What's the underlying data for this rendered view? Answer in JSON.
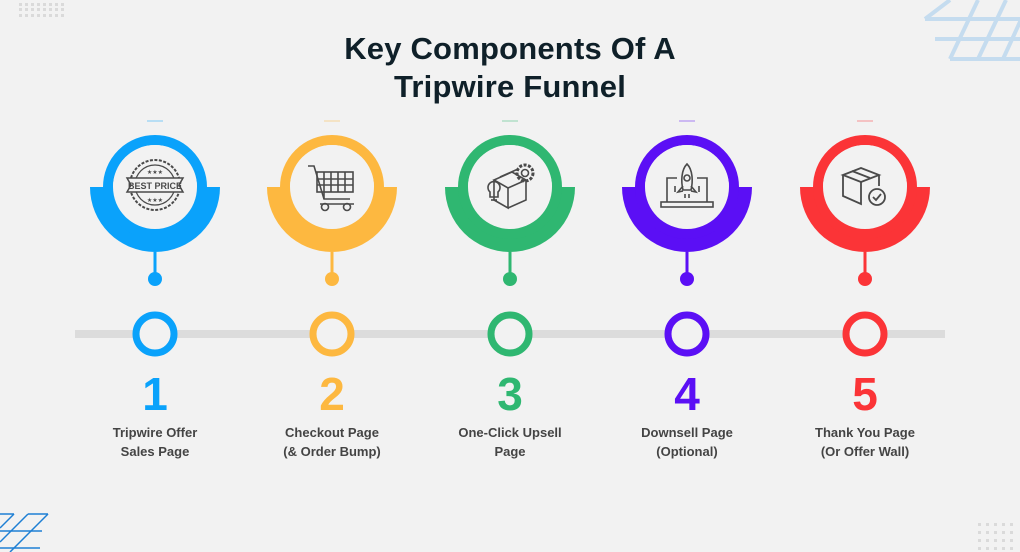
{
  "title": {
    "line1": "Key Components Of A",
    "line2": "Tripwire Funnel"
  },
  "colors": {
    "background": "#f2f2f2",
    "title": "#0f2029",
    "timeline": "#dcdcdc",
    "label": "#444444",
    "icon": "#4a4a4a"
  },
  "steps": [
    {
      "number": "1",
      "line1": "Tripwire Offer",
      "line2": "Sales Page",
      "color": "#0aa2fb",
      "icon": "best-price-badge-icon",
      "badge_text": "BEST PRICE"
    },
    {
      "number": "2",
      "line1": "Checkout Page",
      "line2": "(& Order Bump)",
      "color": "#fdb840",
      "icon": "shopping-cart-icon"
    },
    {
      "number": "3",
      "line1": "One-Click Upsell",
      "line2": "Page",
      "color": "#2fb771",
      "icon": "box-gear-lightbulb-icon"
    },
    {
      "number": "4",
      "line1": "Downsell Page",
      "line2": "(Optional)",
      "color": "#5b0ff5",
      "icon": "rocket-laptop-icon"
    },
    {
      "number": "5",
      "line1": "Thank You Page",
      "line2": "(Or Offer Wall)",
      "color": "#fb3437",
      "icon": "box-check-icon"
    }
  ]
}
